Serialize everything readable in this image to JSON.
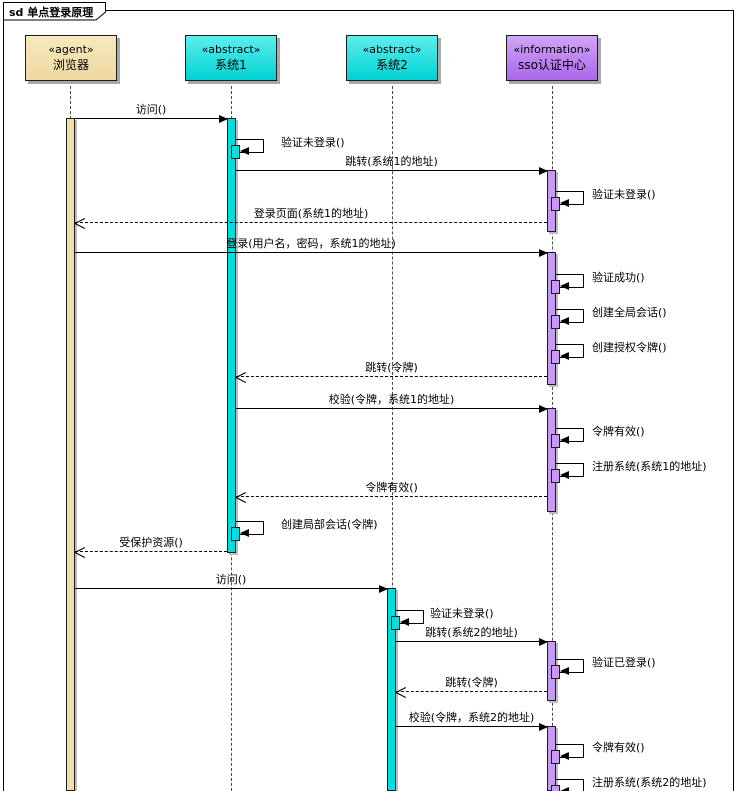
{
  "frame": {
    "title": "sd 单点登录原理"
  },
  "lifelines": [
    {
      "stereotype": "«agent»",
      "name": "浏览器"
    },
    {
      "stereotype": "«abstract»",
      "name": "系统1"
    },
    {
      "stereotype": "«abstract»",
      "name": "系统2"
    },
    {
      "stereotype": "«information»",
      "name": "sso认证中心"
    }
  ],
  "colors": {
    "agent": "#F1DDA6",
    "abstract": "#00DEDE",
    "information": "#C79BF4",
    "line": "#000000"
  },
  "messages": [
    {
      "label": "访问()",
      "type": "sync",
      "from": "浏览器",
      "to": "系统1"
    },
    {
      "label": "验证未登录()",
      "type": "self",
      "from": "系统1",
      "to": "系统1"
    },
    {
      "label": "跳转(系统1的地址)",
      "type": "sync",
      "from": "系统1",
      "to": "sso认证中心"
    },
    {
      "label": "验证未登录()",
      "type": "self",
      "from": "sso认证中心",
      "to": "sso认证中心"
    },
    {
      "label": "登录页面(系统1的地址)",
      "type": "return",
      "from": "sso认证中心",
      "to": "浏览器"
    },
    {
      "label": "登录(用户名，密码，系统1的地址)",
      "type": "sync",
      "from": "浏览器",
      "to": "sso认证中心"
    },
    {
      "label": "验证成功()",
      "type": "self",
      "from": "sso认证中心",
      "to": "sso认证中心"
    },
    {
      "label": "创建全局会话()",
      "type": "self",
      "from": "sso认证中心",
      "to": "sso认证中心"
    },
    {
      "label": "创建授权令牌()",
      "type": "self",
      "from": "sso认证中心",
      "to": "sso认证中心"
    },
    {
      "label": "跳转(令牌)",
      "type": "return",
      "from": "sso认证中心",
      "to": "系统1"
    },
    {
      "label": "校验(令牌，系统1的地址)",
      "type": "sync",
      "from": "系统1",
      "to": "sso认证中心"
    },
    {
      "label": "令牌有效()",
      "type": "self",
      "from": "sso认证中心",
      "to": "sso认证中心"
    },
    {
      "label": "注册系统(系统1的地址)",
      "type": "self",
      "from": "sso认证中心",
      "to": "sso认证中心"
    },
    {
      "label": "令牌有效()",
      "type": "return",
      "from": "sso认证中心",
      "to": "系统1"
    },
    {
      "label": "创建局部会话(令牌)",
      "type": "self",
      "from": "系统1",
      "to": "系统1"
    },
    {
      "label": "受保护资源()",
      "type": "return",
      "from": "系统1",
      "to": "浏览器"
    },
    {
      "label": "访问()",
      "type": "sync",
      "from": "浏览器",
      "to": "系统2"
    },
    {
      "label": "验证未登录()",
      "type": "self",
      "from": "系统2",
      "to": "系统2"
    },
    {
      "label": "跳转(系统2的地址)",
      "type": "sync",
      "from": "系统2",
      "to": "sso认证中心"
    },
    {
      "label": "验证已登录()",
      "type": "self",
      "from": "sso认证中心",
      "to": "sso认证中心"
    },
    {
      "label": "跳转(令牌)",
      "type": "return",
      "from": "sso认证中心",
      "to": "系统2"
    },
    {
      "label": "校验(令牌，系统2的地址)",
      "type": "sync",
      "from": "系统2",
      "to": "sso认证中心"
    },
    {
      "label": "令牌有效()",
      "type": "self",
      "from": "sso认证中心",
      "to": "sso认证中心"
    },
    {
      "label": "注册系统(系统2的地址)",
      "type": "self",
      "from": "sso认证中心",
      "to": "sso认证中心"
    }
  ]
}
